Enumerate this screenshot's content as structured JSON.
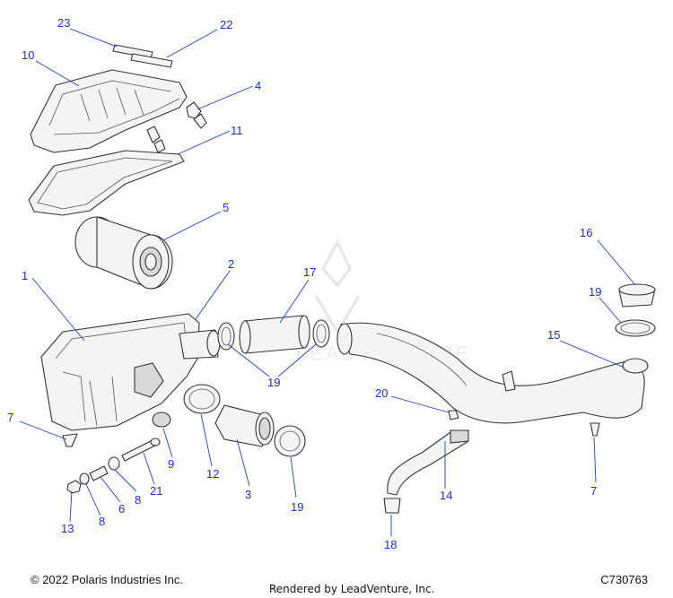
{
  "callouts": {
    "c1": "1",
    "c2": "2",
    "c3": "3",
    "c4": "4",
    "c5": "5",
    "c6": "6",
    "c7a": "7",
    "c7b": "7",
    "c8a": "8",
    "c8b": "8",
    "c9": "9",
    "c10": "10",
    "c11": "11",
    "c12": "12",
    "c13": "13",
    "c14": "14",
    "c15": "15",
    "c16": "16",
    "c17": "17",
    "c18": "18",
    "c19a": "19",
    "c19b": "19",
    "c19c": "19",
    "c20": "20",
    "c21": "21",
    "c22": "22",
    "c23": "23"
  },
  "footer": {
    "copyright": "© 2022 Polaris Industries Inc.",
    "rendered_by": "Rendered by LeadVenture, Inc.",
    "diagram_code": "C730763"
  },
  "watermark": "LEADVENTURE",
  "colors": {
    "callout": "#1a2fc0",
    "leader": "#1f3fbf",
    "line": "#333333"
  }
}
